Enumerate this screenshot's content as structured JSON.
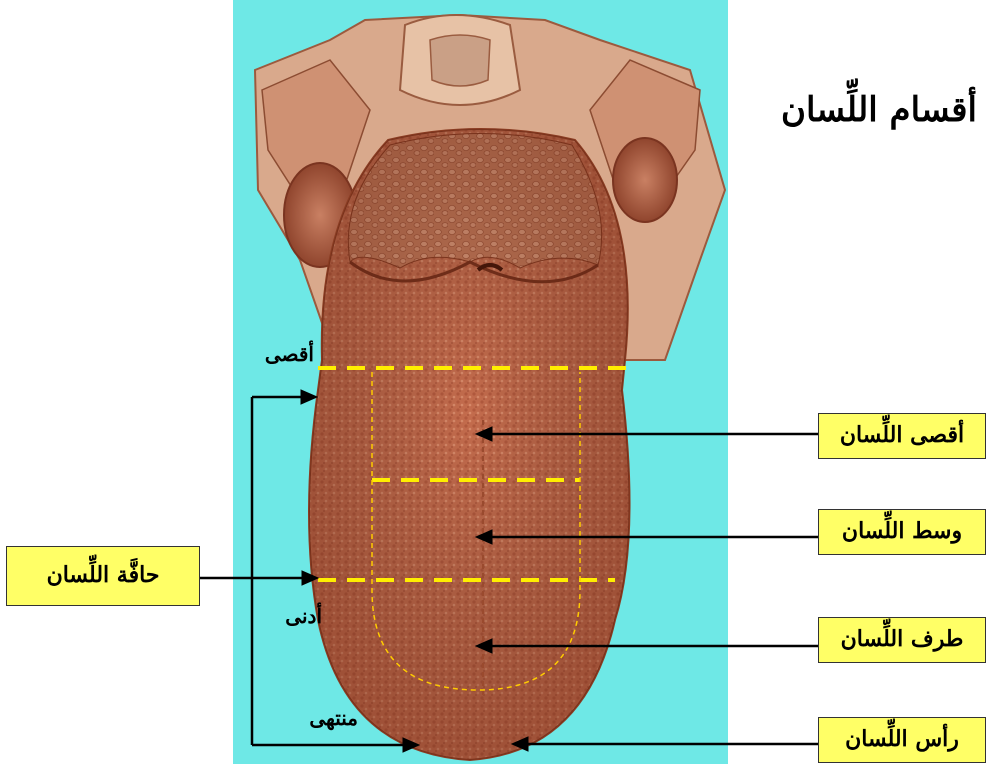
{
  "title": "أقسام اللِّسان",
  "edge_labels": {
    "far": "أقصى",
    "near": "أدنى",
    "end": "منتهى"
  },
  "callouts": {
    "back": "أقصى اللِّسان",
    "middle": "وسط اللِّسان",
    "blade": "طرف اللِّسان",
    "tip": "رأس اللِّسان",
    "edge": "حافَّة اللِّسان"
  },
  "colors": {
    "background_panel": "#6ee8e6",
    "label_fill": "#ffff66",
    "dash_line": "#ffee00",
    "tongue": "#c9704f"
  }
}
